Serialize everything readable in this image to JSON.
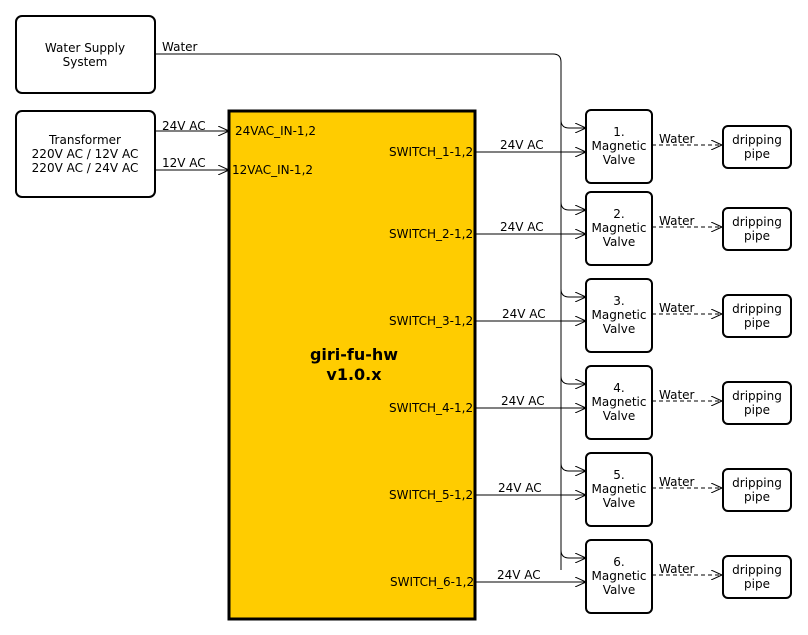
{
  "water_supply": {
    "line1": "Water Supply",
    "line2": "System"
  },
  "transformer": {
    "line1": "Transformer",
    "line2": "220V AC / 12V AC",
    "line3": "220V AC / 24V AC"
  },
  "board": {
    "name": "giri-fu-hw",
    "version": "v1.0.x",
    "fill": "#ffcc00"
  },
  "water_edge_label": "Water",
  "transformer_edges": {
    "ac24": "24V AC",
    "ac12": "12V AC"
  },
  "inputs": {
    "in24": "24VAC_IN-1,2",
    "in12": "12VAC_IN-1,2"
  },
  "channels": [
    {
      "switch": "SWITCH_1-1,2",
      "edge_label": "24V AC",
      "valve_number": "1.",
      "valve_line1": "Magnetic",
      "valve_line2": "Valve",
      "water_label": "Water",
      "pipe_line1": "dripping",
      "pipe_line2": "pipe"
    },
    {
      "switch": "SWITCH_2-1,2",
      "edge_label": "24V AC",
      "valve_number": "2.",
      "valve_line1": "Magnetic",
      "valve_line2": "Valve",
      "water_label": "Water",
      "pipe_line1": "dripping",
      "pipe_line2": "pipe"
    },
    {
      "switch": "SWITCH_3-1,2",
      "edge_label": "24V AC",
      "valve_number": "3.",
      "valve_line1": "Magnetic",
      "valve_line2": "Valve",
      "water_label": "Water",
      "pipe_line1": "dripping",
      "pipe_line2": "pipe"
    },
    {
      "switch": "SWITCH_4-1,2",
      "edge_label": "24V AC",
      "valve_number": "4.",
      "valve_line1": "Magnetic",
      "valve_line2": "Valve",
      "water_label": "Water",
      "pipe_line1": "dripping",
      "pipe_line2": "pipe"
    },
    {
      "switch": "SWITCH_5-1,2",
      "edge_label": "24V AC",
      "valve_number": "5.",
      "valve_line1": "Magnetic",
      "valve_line2": "Valve",
      "water_label": "Water",
      "pipe_line1": "dripping",
      "pipe_line2": "pipe"
    },
    {
      "switch": "SWITCH_6-1,2",
      "edge_label": "24V AC",
      "valve_number": "6.",
      "valve_line1": "Magnetic",
      "valve_line2": "Valve",
      "water_label": "Water",
      "pipe_line1": "dripping",
      "pipe_line2": "pipe"
    }
  ]
}
